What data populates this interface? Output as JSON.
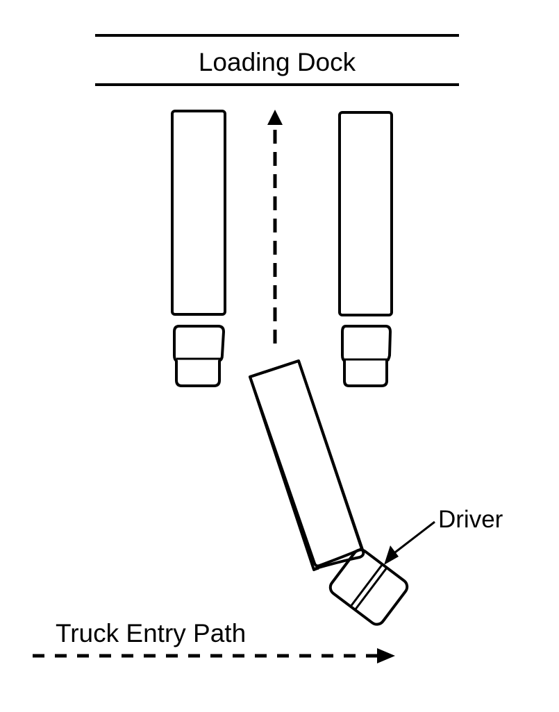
{
  "diagram": {
    "title_label": "Loading Dock",
    "driver_label": "Driver",
    "path_label": "Truck Entry Path",
    "colors": {
      "ink": "#000000",
      "background": "#ffffff"
    },
    "elements": {
      "dock": "loading dock boundary (two horizontal lines)",
      "parked_trucks": [
        "left parked truck",
        "right parked truck"
      ],
      "maneuvering_truck": "truck angled while backing toward dock",
      "arrows": [
        "backing path arrow (dashed, pointing up to dock)",
        "entry path arrow (dashed, pointing right)",
        "driver pointer arrow"
      ]
    }
  }
}
